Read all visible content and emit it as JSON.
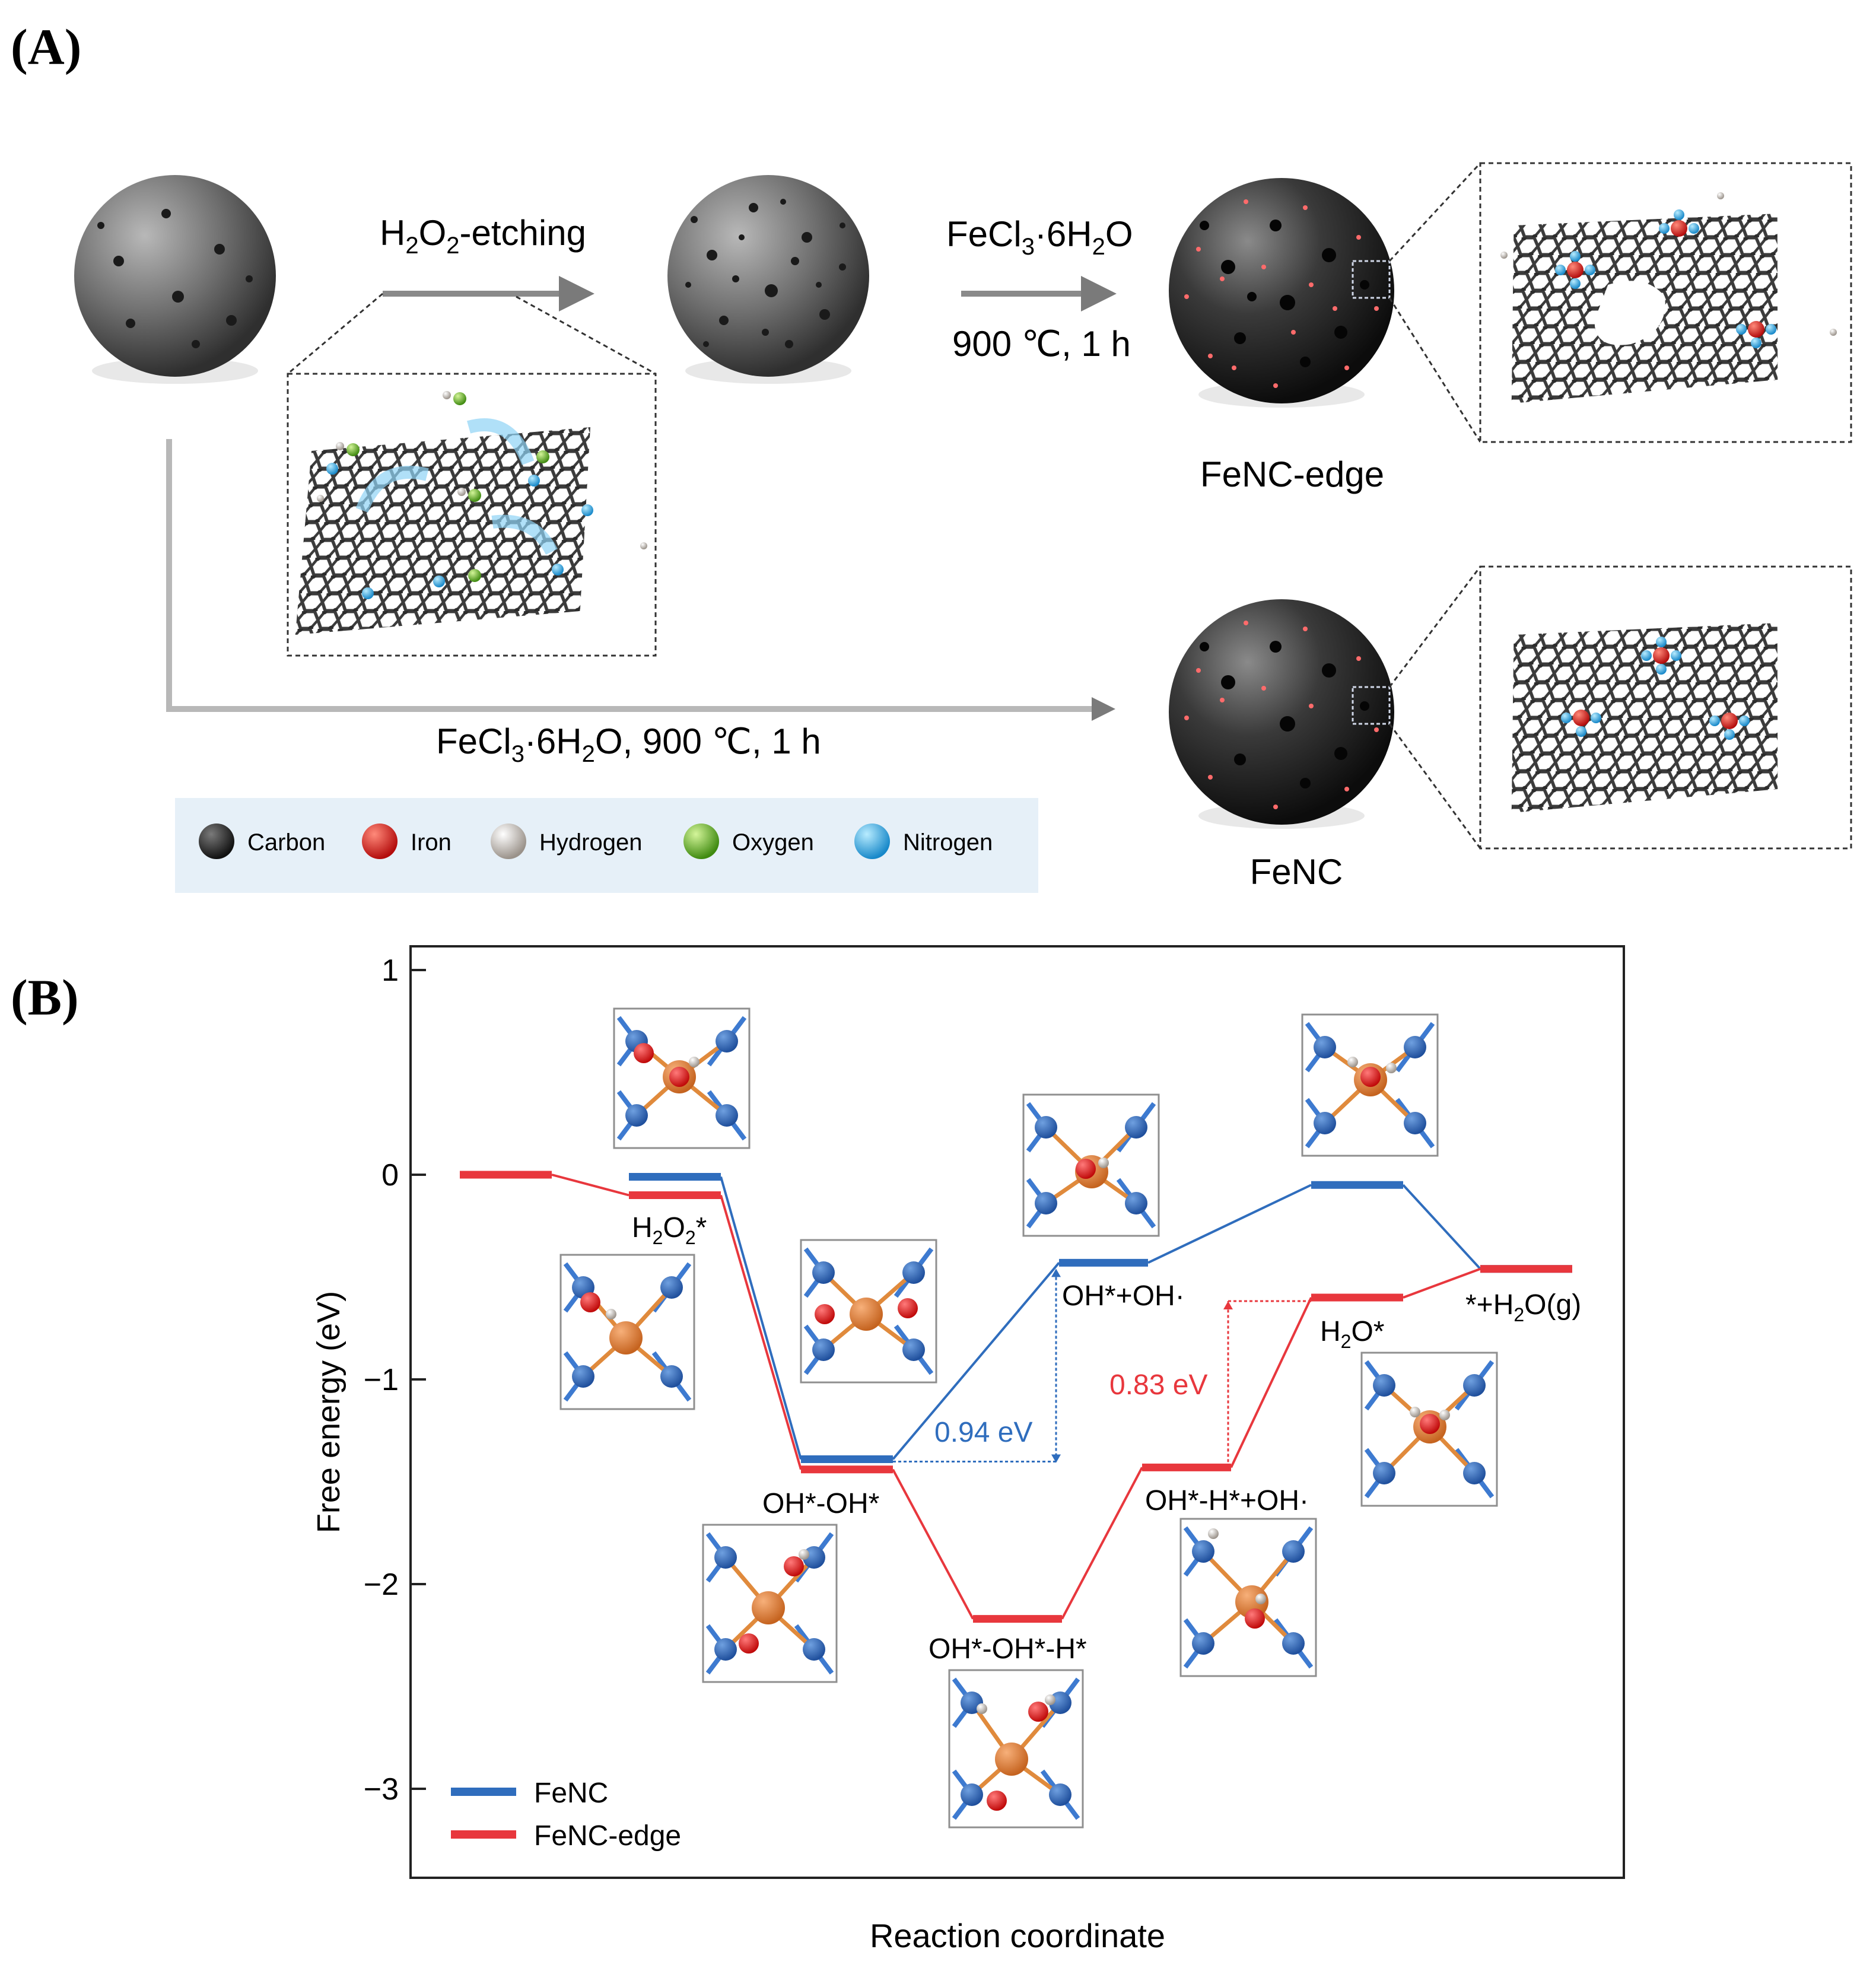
{
  "figure": {
    "panel_a_label": "(A)",
    "panel_b_label": "(B)"
  },
  "panel_a": {
    "step1_label_main": "H",
    "step1_label_sub1": "2",
    "step1_label_mid": "O",
    "step1_label_sub2": "2",
    "step1_label_end": "-etching",
    "step2_reagent_main": "FeCl",
    "step2_reagent_sub1": "3",
    "step2_reagent_mid": "·6H",
    "step2_reagent_sub2": "2",
    "step2_reagent_end": "O",
    "step2_conditions": "900 ℃, 1 h",
    "bottom_route_main": "FeCl",
    "bottom_route_sub1": "3",
    "bottom_route_mid": "·6H",
    "bottom_route_sub2": "2",
    "bottom_route_end": "O, 900 ℃, 1 h",
    "product_top": "FeNC-edge",
    "product_bottom": "FeNC",
    "legend": [
      {
        "label": "Carbon",
        "color": "#2b2b2b"
      },
      {
        "label": "Iron",
        "color": "#e11b1b"
      },
      {
        "label": "Hydrogen",
        "color": "#d8d2cc"
      },
      {
        "label": "Oxygen",
        "color": "#6fbf2a"
      },
      {
        "label": "Nitrogen",
        "color": "#38b6e8"
      }
    ]
  },
  "chart_data": {
    "type": "line",
    "xlabel": "Reaction coordinate",
    "ylabel": "Free energy (eV)",
    "ylim": [
      -3.4,
      1.1
    ],
    "yticks": [
      1,
      0,
      -1,
      -2,
      -3
    ],
    "legend_position": "bottom-left",
    "series": [
      {
        "name": "FeNC",
        "color": "#2f6dbd",
        "levels": [
          {
            "step": 1,
            "y": -0.01
          },
          {
            "step": 3,
            "y": -1.39
          },
          {
            "step": 5,
            "y": -0.43
          },
          {
            "step": 7,
            "y": -0.05
          },
          {
            "step": 8,
            "y": -0.46
          }
        ]
      },
      {
        "name": "FeNC-edge",
        "color": "#e8373d",
        "levels": [
          {
            "step": 0,
            "y": 0.0
          },
          {
            "step": 1,
            "y": -0.1
          },
          {
            "step": 3,
            "y": -1.44
          },
          {
            "step": 4,
            "y": -2.17
          },
          {
            "step": 6,
            "y": -1.43
          },
          {
            "step": 7,
            "y": -0.6
          },
          {
            "step": 8,
            "y": -0.46
          }
        ]
      }
    ],
    "state_labels": [
      {
        "id": "h2o2",
        "main": "H",
        "sub1": "2",
        "mid": "O",
        "sub2": "2",
        "end": "*"
      },
      {
        "id": "ohoh",
        "text": "OH*-OH*"
      },
      {
        "id": "ohohh",
        "text": "OH*-OH*-H*"
      },
      {
        "id": "ohoh_rad",
        "text": "OH*+OH·"
      },
      {
        "id": "ohh_rad",
        "text": "OH*-H*+OH·"
      },
      {
        "id": "h2o",
        "main": "H",
        "sub1": "2",
        "mid": "O*",
        "sub2": "",
        "end": ""
      },
      {
        "id": "final",
        "main": "*+H",
        "sub1": "2",
        "mid": "O(g)",
        "sub2": "",
        "end": ""
      }
    ],
    "annotations": [
      {
        "series": "FeNC",
        "text": "0.94 eV",
        "from": -1.39,
        "to": -0.43
      },
      {
        "series": "FeNC-edge",
        "text": "0.83 eV",
        "from": -1.43,
        "to": -0.6
      }
    ]
  }
}
